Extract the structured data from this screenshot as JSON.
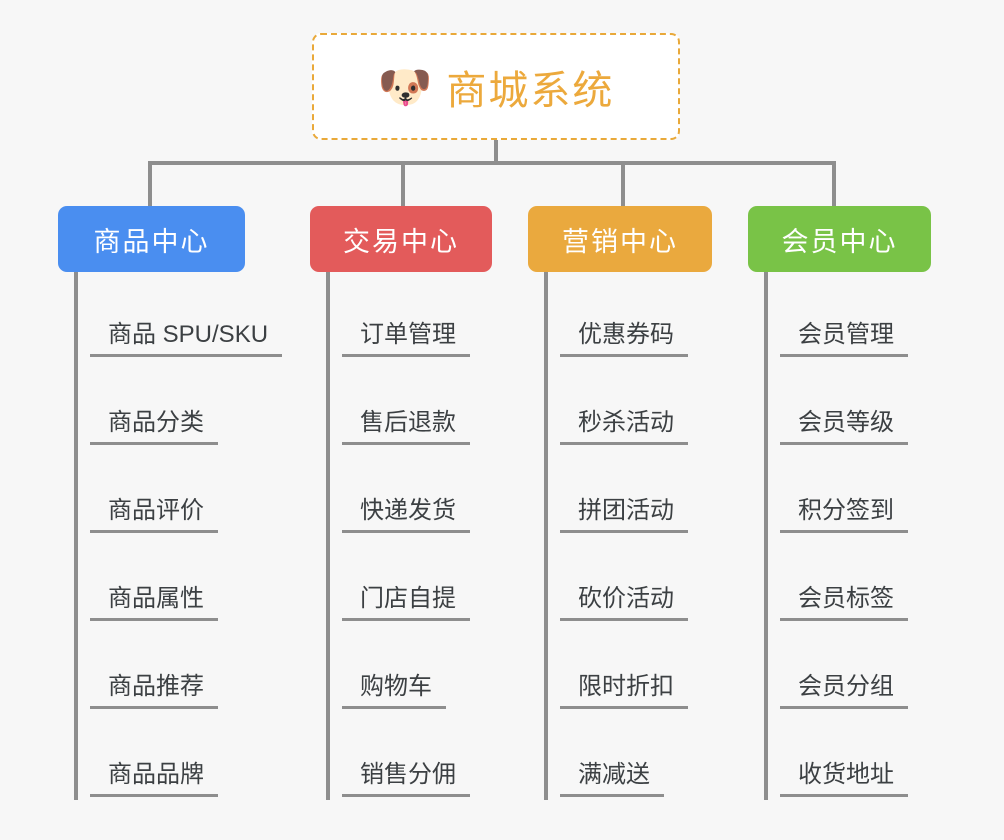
{
  "canvas": {
    "background": "#f7f7f7",
    "line_color": "#8e8e8e"
  },
  "root": {
    "icon": "dog-face-emoji",
    "icon_glyph": "🐶",
    "title": "商城系统",
    "text_color": "#eca93c",
    "border_color": "#e9a93a",
    "background": "#ffffff"
  },
  "columns": [
    {
      "id": "product-center",
      "header": "商品中心",
      "color": "#4a8ef0",
      "items": [
        "商品 SPU/SKU",
        "商品分类",
        "商品评价",
        "商品属性",
        "商品推荐",
        "商品品牌"
      ]
    },
    {
      "id": "trade-center",
      "header": "交易中心",
      "color": "#e35b5b",
      "items": [
        "订单管理",
        "售后退款",
        "快递发货",
        "门店自提",
        "购物车",
        "销售分佣"
      ]
    },
    {
      "id": "marketing-center",
      "header": "营销中心",
      "color": "#eaa93e",
      "items": [
        "优惠券码",
        "秒杀活动",
        "拼团活动",
        "砍价活动",
        "限时折扣",
        "满减送"
      ]
    },
    {
      "id": "member-center",
      "header": "会员中心",
      "color": "#79c347",
      "items": [
        "会员管理",
        "会员等级",
        "积分签到",
        "会员标签",
        "会员分组",
        "收货地址"
      ]
    }
  ]
}
